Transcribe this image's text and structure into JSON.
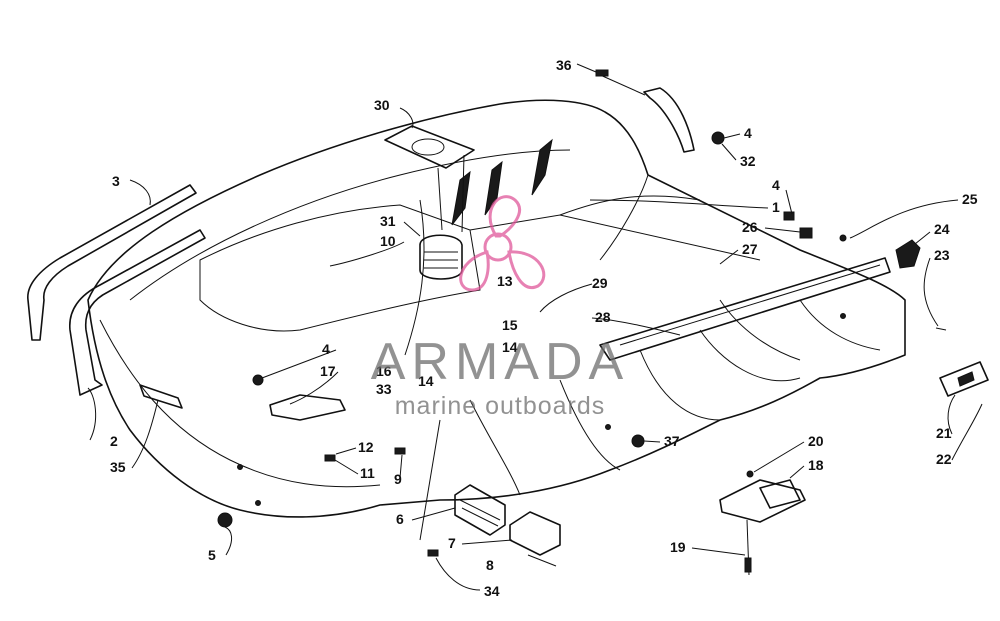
{
  "diagram": {
    "callouts": [
      "36",
      "30",
      "4",
      "32",
      "3",
      "4",
      "1",
      "25",
      "26",
      "24",
      "31",
      "10",
      "27",
      "23",
      "13",
      "29",
      "28",
      "15",
      "14",
      "4",
      "16",
      "33",
      "17",
      "14",
      "12",
      "11",
      "9",
      "2",
      "35",
      "37",
      "20",
      "18",
      "21",
      "22",
      "6",
      "7",
      "8",
      "5",
      "34",
      "19"
    ]
  },
  "watermark": {
    "title": "ARMADA",
    "subtitle": "marine outboards",
    "color": "#e0589a"
  }
}
